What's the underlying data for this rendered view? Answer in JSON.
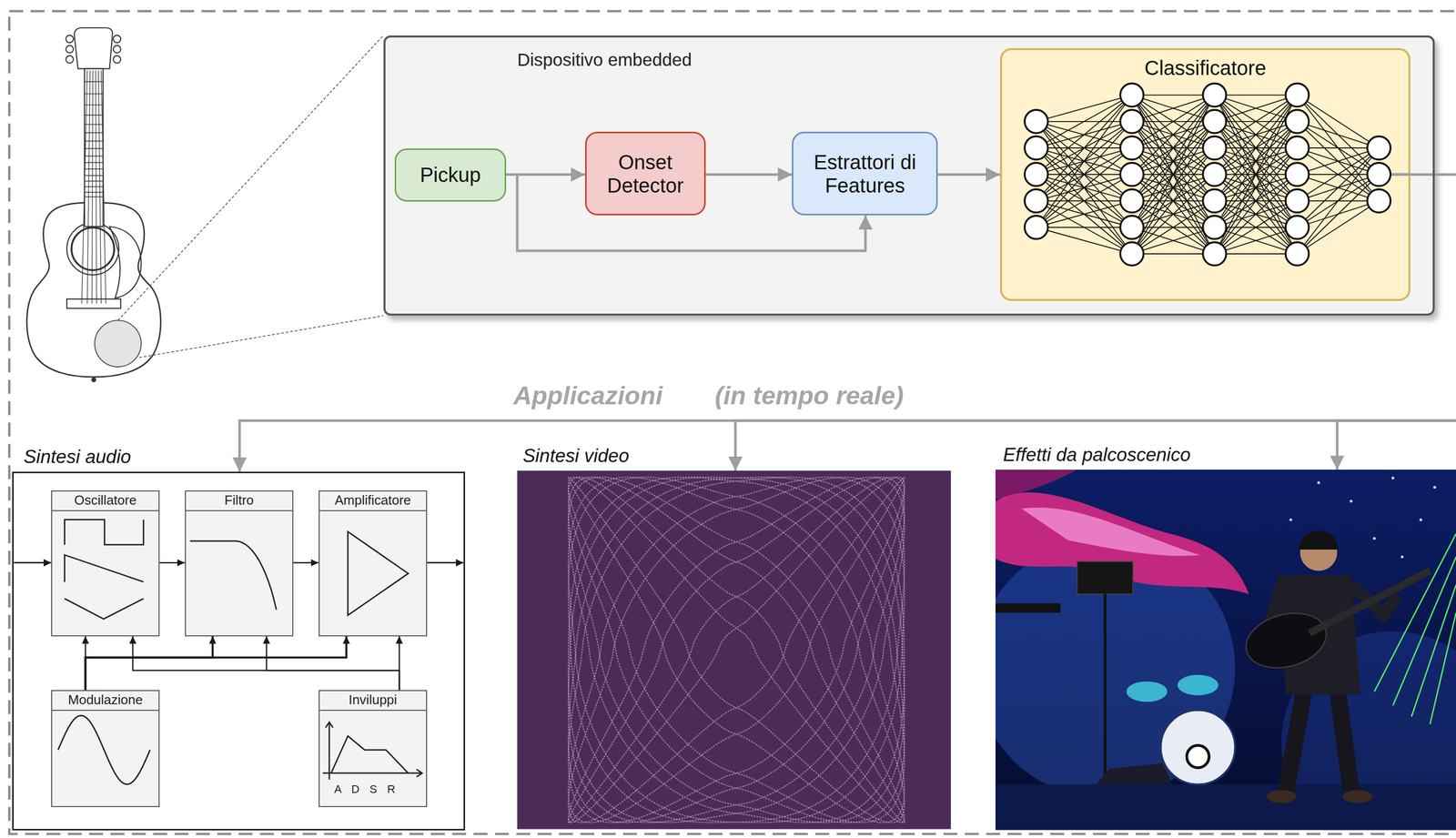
{
  "diagram": {
    "nodes": [
      {
        "text": [
          "Dispositivo embedded"
        ]
      },
      {
        "text": [
          "Pickup"
        ],
        "in": 0
      },
      {
        "text": [
          "Onset Detector"
        ],
        "in": 0
      },
      {
        "text": [
          "Estrattori di Features"
        ],
        "in": 0
      },
      {
        "text": [
          "Classificatore"
        ],
        "in": 0
      },
      {
        "text": [
          "Sintesi audio"
        ]
      },
      {
        "text": [
          "Oscillatore"
        ],
        "in": 5
      },
      {
        "text": [
          "Filtro"
        ],
        "in": 5
      },
      {
        "text": [
          "Amplificatore"
        ],
        "in": 5
      },
      {
        "text": [
          "Modulazione"
        ],
        "in": 5
      },
      {
        "text": [
          "Inviluppi"
        ],
        "in": 5
      },
      {
        "text": [
          "Sintesi video"
        ]
      },
      {
        "text": [
          "Effetti da palcoscenico"
        ]
      }
    ],
    "edges": [
      {
        "from": 1,
        "to": 2,
        "arrow": "to"
      },
      {
        "from": 2,
        "to": 3,
        "arrow": "to"
      },
      {
        "from": 1,
        "to": 3,
        "arrow": "to"
      },
      {
        "from": 3,
        "to": 4,
        "arrow": "to"
      },
      {
        "from": 4,
        "to": 5,
        "arrow": "to"
      },
      {
        "from": 4,
        "to": 11,
        "arrow": "to"
      },
      {
        "from": 4,
        "to": 12,
        "arrow": "to"
      },
      {
        "from": 6,
        "to": 7,
        "arrow": "to"
      },
      {
        "from": 7,
        "to": 8,
        "arrow": "to"
      },
      {
        "from": 9,
        "to": 6,
        "arrow": "to"
      },
      {
        "from": 9,
        "to": 7,
        "arrow": "to"
      },
      {
        "from": 9,
        "to": 8,
        "arrow": "to"
      },
      {
        "from": 10,
        "to": 6,
        "arrow": "to"
      },
      {
        "from": 10,
        "to": 7,
        "arrow": "to"
      },
      {
        "from": 10,
        "to": 8,
        "arrow": "to"
      }
    ],
    "labels": [
      "Applicazioni",
      "(in tempo reale)",
      "A D S R"
    ]
  }
}
